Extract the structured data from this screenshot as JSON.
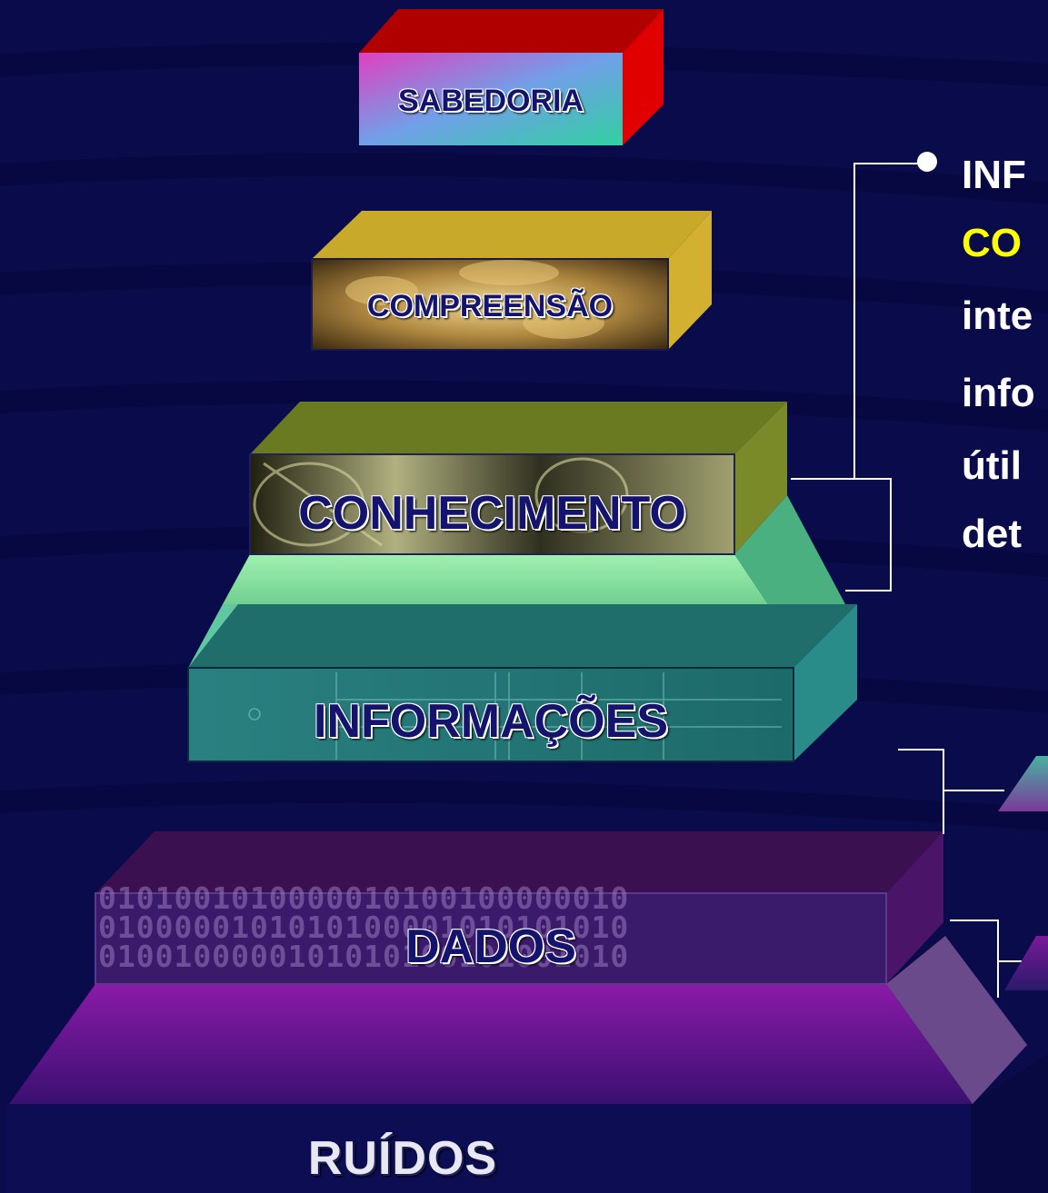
{
  "pyramid": {
    "levels": [
      {
        "key": "sabedoria",
        "label": "SABEDORIA"
      },
      {
        "key": "compreensao",
        "label": "COMPREENSÃO"
      },
      {
        "key": "conhecimento",
        "label": "CONHECIMENTO"
      },
      {
        "key": "informacoes",
        "label": "INFORMAÇÕES"
      },
      {
        "key": "dados",
        "label": "DADOS"
      },
      {
        "key": "ruidos",
        "label": "RUÍDOS"
      }
    ],
    "binary_rows": [
      "0101001010000010100100000010",
      "0100000101010100001010101010",
      "0100100000101010100101001010"
    ]
  },
  "side_text": {
    "lines": [
      "INF",
      "CO",
      "inte",
      "info",
      "útil",
      "det"
    ],
    "colors": [
      "#ffffff",
      "#ffff00",
      "#ffffff",
      "#ffffff",
      "#ffffff",
      "#ffffff"
    ]
  },
  "colors": {
    "background": "#0a0b4a",
    "sabedoria": "#d10000",
    "compreensao": "#c9a92a",
    "conhecimento": "#7b8a25",
    "conhecimento_base": "#8fe6a0",
    "informacoes": "#217a78",
    "dados": "#5a1a6a",
    "dados_base": "#7a1a9a",
    "ruidos": "#0c0d52"
  }
}
